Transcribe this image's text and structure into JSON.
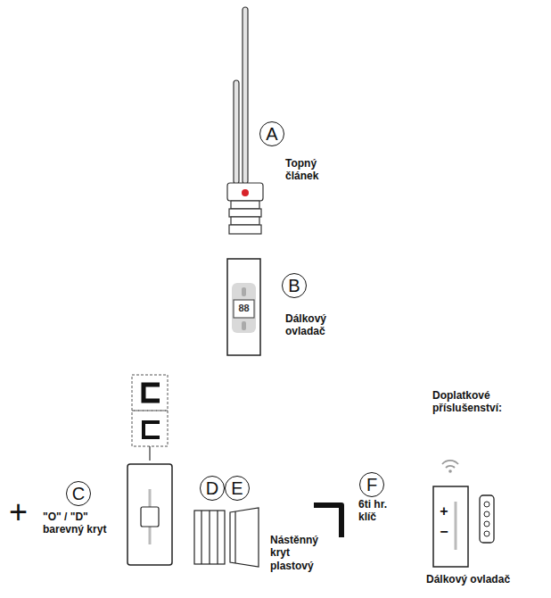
{
  "diagram": {
    "nodes": [
      {
        "text": [
          "A"
        ]
      },
      {
        "text": [
          "B"
        ]
      },
      {
        "text": [
          "C"
        ]
      },
      {
        "text": [
          "D"
        ]
      },
      {
        "text": [
          "E"
        ]
      },
      {
        "text": [
          "F"
        ]
      }
    ],
    "labels": [
      "Topný článek",
      "88",
      "Dálkový ovladač",
      "+",
      "\"O\" / \"D\" barevný kryt",
      "Nástěnný kryt plastový",
      "6ti hr. klíč",
      "Doplatkové příslušenství:",
      "+",
      "−",
      "Dálkový ovladač"
    ]
  }
}
